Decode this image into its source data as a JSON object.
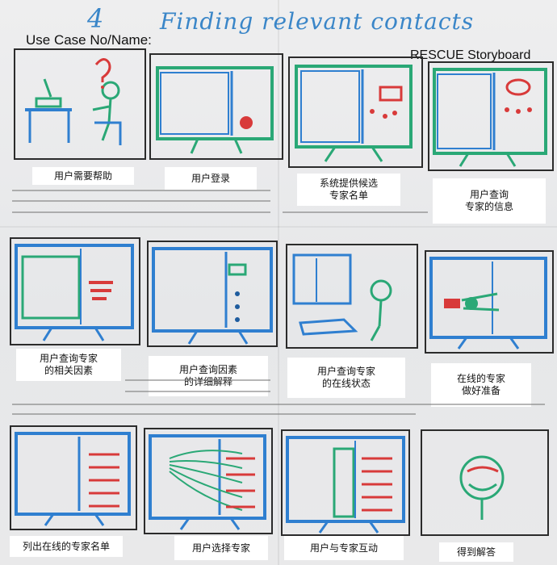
{
  "header": {
    "number": "4",
    "title": "Finding relevant contacts",
    "use_case_label": "Use Case No/Name:",
    "storyboard_label": "RESCUE Storyboard"
  },
  "captions": [
    "用户需要帮助",
    "用户登录",
    "系统提供候选\n专家名单",
    "用户查询\n专家的信息",
    "用户查询专家\n的相关因素",
    "用户查询因素\n的详细解释",
    "用户查询专家\n的在线状态",
    "在线的专家\n做好准备",
    "列出在线的专家名单",
    "用户选择专家",
    "用户与专家互动",
    "得到解答"
  ],
  "colors": {
    "ink_blue": "#2f7fd0",
    "ink_green": "#2aa876",
    "ink_red": "#d83a3a"
  }
}
